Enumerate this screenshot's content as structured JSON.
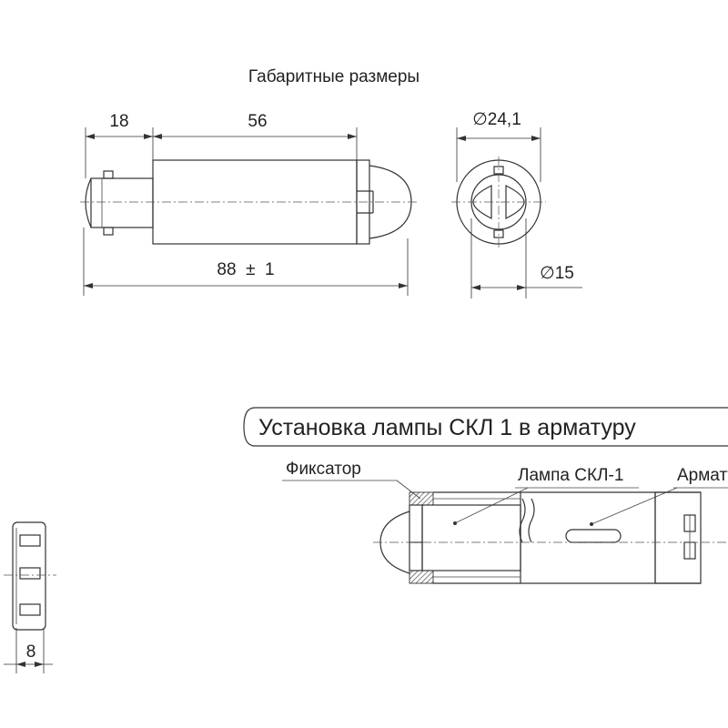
{
  "title": "Габаритные размеры",
  "dimensions": {
    "base_length": "18",
    "body_length": "56",
    "total_length": "88  ±  1",
    "outer_diameter": "∅24,1",
    "inner_diameter": "∅15",
    "cap_width": "8"
  },
  "assembly": {
    "title": "Установка лампы СКЛ 1 в арматуру",
    "labels": {
      "latch": "Фиксатор",
      "lamp": "Лампа СКЛ-1",
      "fixture": "Арматура"
    }
  },
  "colors": {
    "line": "#333333",
    "text": "#222222",
    "background": "#ffffff"
  }
}
